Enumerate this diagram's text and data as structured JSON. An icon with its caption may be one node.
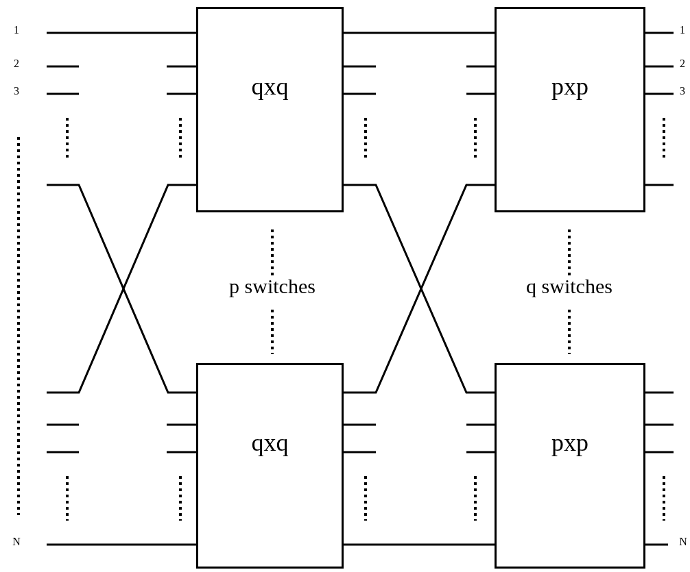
{
  "diagram": {
    "nodes": [
      {
        "text": [
          "qxq"
        ]
      },
      {
        "text": [
          "qxq"
        ]
      },
      {
        "text": [
          "pxp"
        ]
      },
      {
        "text": [
          "pxp"
        ]
      }
    ],
    "edges": [
      {
        "from": null,
        "to": 0,
        "arrow": "none"
      },
      {
        "from": null,
        "to": 1,
        "arrow": "none"
      },
      {
        "from": null,
        "to": 0,
        "arrow": "none"
      },
      {
        "from": null,
        "to": 1,
        "arrow": "none"
      },
      {
        "from": 0,
        "to": 2,
        "arrow": "none"
      },
      {
        "from": 0,
        "to": 3,
        "arrow": "none"
      },
      {
        "from": 1,
        "to": 2,
        "arrow": "none"
      },
      {
        "from": 1,
        "to": 3,
        "arrow": "none"
      },
      {
        "from": null,
        "to": 0,
        "arrow": "none"
      },
      {
        "from": null,
        "to": 0,
        "arrow": "none"
      },
      {
        "from": 0,
        "to": null,
        "arrow": "none"
      },
      {
        "from": 0,
        "to": null,
        "arrow": "none"
      },
      {
        "from": null,
        "to": 1,
        "arrow": "none"
      },
      {
        "from": null,
        "to": 1,
        "arrow": "none"
      },
      {
        "from": 1,
        "to": null,
        "arrow": "none"
      },
      {
        "from": 1,
        "to": null,
        "arrow": "none"
      },
      {
        "from": null,
        "to": 2,
        "arrow": "none"
      },
      {
        "from": null,
        "to": 2,
        "arrow": "none"
      },
      {
        "from": 2,
        "to": null,
        "arrow": "none"
      },
      {
        "from": 2,
        "to": null,
        "arrow": "none"
      },
      {
        "from": 2,
        "to": null,
        "arrow": "none"
      },
      {
        "from": 2,
        "to": null,
        "arrow": "none"
      },
      {
        "from": null,
        "to": 3,
        "arrow": "none"
      },
      {
        "from": null,
        "to": 3,
        "arrow": "none"
      },
      {
        "from": 3,
        "to": null,
        "arrow": "none"
      },
      {
        "from": 3,
        "to": null,
        "arrow": "none"
      },
      {
        "from": 3,
        "to": null,
        "arrow": "none"
      },
      {
        "from": 3,
        "to": null,
        "arrow": "none"
      }
    ],
    "labels": [
      "1",
      "2",
      "3",
      "N",
      "p switches",
      "q switches",
      "1",
      "2",
      "3",
      "N"
    ]
  }
}
